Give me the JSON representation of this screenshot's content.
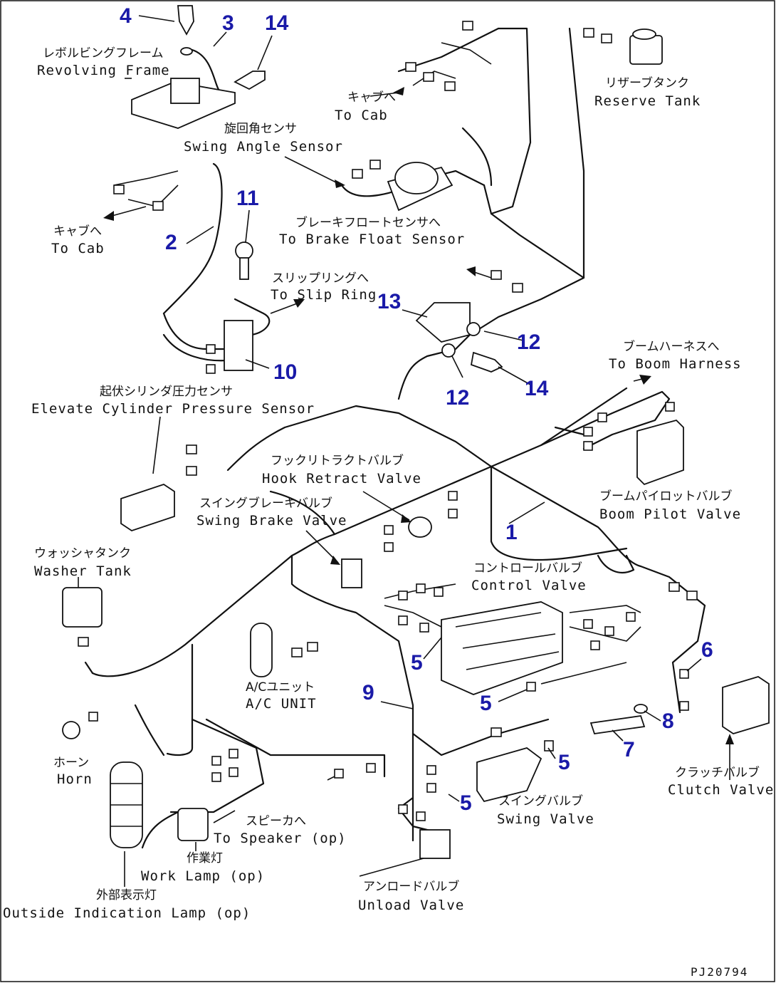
{
  "callouts": [
    {
      "n": "4"
    },
    {
      "n": "3"
    },
    {
      "n": "14"
    },
    {
      "n": "2"
    },
    {
      "n": "11"
    },
    {
      "n": "13"
    },
    {
      "n": "12"
    },
    {
      "n": "10"
    },
    {
      "n": "12"
    },
    {
      "n": "14"
    },
    {
      "n": "1"
    },
    {
      "n": "6"
    },
    {
      "n": "5"
    },
    {
      "n": "9"
    },
    {
      "n": "5"
    },
    {
      "n": "8"
    },
    {
      "n": "7"
    },
    {
      "n": "5"
    },
    {
      "n": "5"
    }
  ],
  "labels": [
    {
      "jp": "レボルビングフレーム",
      "en": "Revolving Frame"
    },
    {
      "jp": "キャブへ",
      "en": "To Cab"
    },
    {
      "jp": "リザーブタンク",
      "en": "Reserve Tank"
    },
    {
      "jp": "旋回角センサ",
      "en": "Swing Angle Sensor"
    },
    {
      "jp": "キャブへ",
      "en": "To Cab"
    },
    {
      "jp": "ブレーキフロートセンサへ",
      "en": "To Brake Float Sensor"
    },
    {
      "jp": "スリップリングへ",
      "en": "To Slip Ring"
    },
    {
      "jp": "ブームハーネスへ",
      "en": "To Boom Harness"
    },
    {
      "jp": "起伏シリンダ圧力センサ",
      "en": "Elevate Cylinder Pressure Sensor"
    },
    {
      "jp": "フックリトラクトバルブ",
      "en": "Hook Retract Valve"
    },
    {
      "jp": "ブームパイロットバルブ",
      "en": "Boom Pilot Valve"
    },
    {
      "jp": "スイングブレーキバルブ",
      "en": "Swing Brake Valve"
    },
    {
      "jp": "ウォッシャタンク",
      "en": "Washer Tank"
    },
    {
      "jp": "コントロールバルブ",
      "en": "Control Valve"
    },
    {
      "jp": "A/Cユニット",
      "en": "A/C UNIT"
    },
    {
      "jp": "ホーン",
      "en": "Horn"
    },
    {
      "jp": "スピーカへ",
      "en": "To Speaker (op)"
    },
    {
      "jp": "作業灯",
      "en": "Work Lamp (op)"
    },
    {
      "jp": "外部表示灯",
      "en": "Outside Indication Lamp (op)"
    },
    {
      "jp": "アンロードバルブ",
      "en": "Unload Valve"
    },
    {
      "jp": "スイングバルブ",
      "en": "Swing Valve"
    },
    {
      "jp": "クラッチバルブ",
      "en": "Clutch Valve"
    }
  ],
  "drawing_code": "PJ20794"
}
